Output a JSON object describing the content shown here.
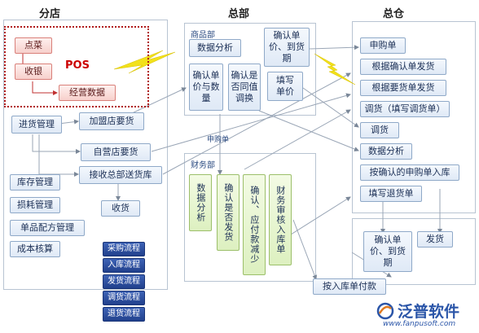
{
  "headings": {
    "branch": "分店",
    "hq": "总部",
    "warehouse": "总仓"
  },
  "pos": {
    "title": "POS",
    "order": "点菜",
    "checkout": "收银",
    "operating_data": "经营数据"
  },
  "branch": {
    "purchase_mgmt": "进货管理",
    "franchise_request": "加盟店要货",
    "direct_request": "自营店要货",
    "receive_delivery": "接收总部送货库",
    "receipt": "收货",
    "inventory_mgmt": "库存管理",
    "loss_mgmt": "损耗管理",
    "recipe_mgmt": "单品配方管理",
    "cost_accounting": "成本核算",
    "flows": [
      "采购流程",
      "入库流程",
      "发货流程",
      "调货流程",
      "退货流程"
    ]
  },
  "commodity": {
    "title": "商品部",
    "data_analysis": "数据分析",
    "confirm_price_qty": "确认单价与数量",
    "confirm_contract": "确认是否同值调换",
    "fill_price": "填写单价",
    "confirm_price_date": "确认单价、到货期"
  },
  "finance": {
    "title": "财务部",
    "purchase_order_label": "申购单",
    "data_analysis": "数据分析",
    "confirm_ship": "确认是否发货",
    "confirm_payable": "确认、应付款减少",
    "audit_inbound": "财务审核入库单"
  },
  "warehouse": {
    "purchase_order": "申购单",
    "ship_by_confirm": "根据确认单发货",
    "ship_by_request": "根据要货单发货",
    "transfer_fill": "调货（填写调货单）",
    "transfer": "调货",
    "data_analysis": "数据分析",
    "inbound_by_confirm": "按确认的申购单入库",
    "fill_return": "填写退货单",
    "confirm_price_date": "确认单价、到货期",
    "ship": "发货",
    "inbound_payment": "按入库单付款"
  },
  "logo": {
    "name": "泛普软件",
    "url": "www.fanpusoft.com"
  }
}
